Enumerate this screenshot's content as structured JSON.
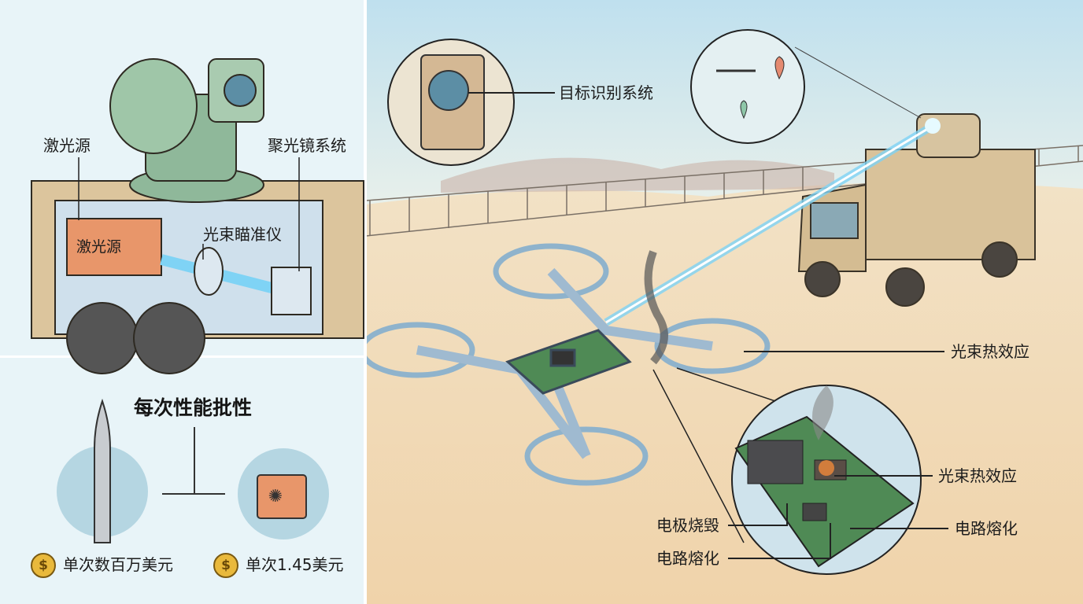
{
  "left_panel": {
    "labels": {
      "laser_source": "激光源",
      "focusing_system": "聚光镜系统",
      "laser_box": "激光源",
      "beam_aimer": "光束瞄准仪"
    },
    "cost_comparison": {
      "title": "每次性能批性",
      "missile_cost": "单次数百万美元",
      "laser_cost": "单次1.45美元",
      "currency_symbol": "$"
    }
  },
  "right_scene": {
    "labels": {
      "target_recognition": "目标识别系统",
      "beam_heat_effect_drone": "光束热效应",
      "beam_heat_effect_chip": "光束热效应",
      "circuit_melt_right": "电路熔化",
      "electrode_burnout": "电极烧毁",
      "circuit_melt_left": "电路熔化"
    }
  },
  "colors": {
    "panel_bg": "#e8f4f8",
    "sky": "#cfe6f0",
    "sand": "#f1dcb8",
    "beam": "#7fd3f5",
    "truck": "#d9c29a",
    "turret": "#8fb89a",
    "pcb": "#4f8a55",
    "laser_box": "#e8966a"
  }
}
